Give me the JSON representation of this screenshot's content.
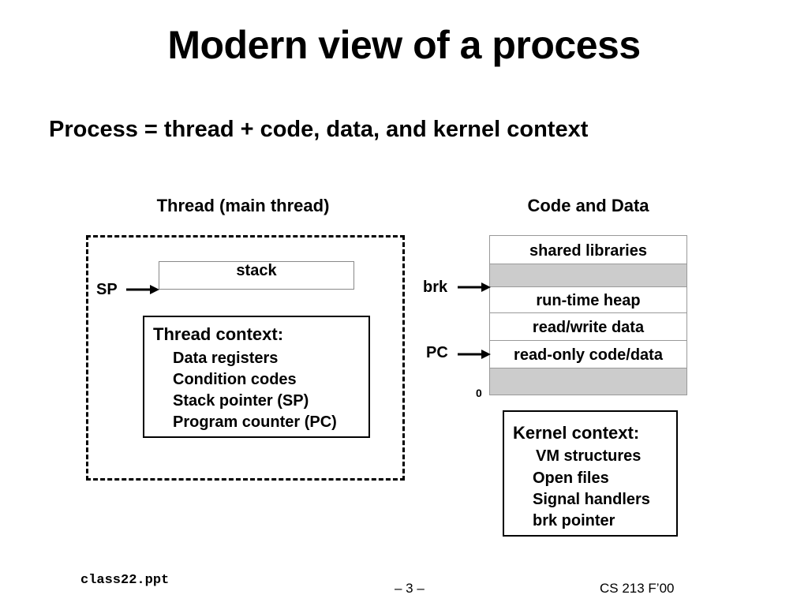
{
  "slide": {
    "title": "Modern view of a process",
    "subtitle": "Process = thread + code, data, and kernel context"
  },
  "thread": {
    "heading": "Thread (main thread)",
    "stack_label": "stack",
    "sp_label": "SP",
    "context": {
      "title": "Thread context:",
      "items": [
        "Data registers",
        "Condition codes",
        "Stack pointer (SP)",
        "Program counter (PC)"
      ]
    }
  },
  "code_data": {
    "heading": "Code and Data",
    "segments": [
      "shared libraries",
      "",
      "run-time heap",
      "read/write data",
      "read-only code/data",
      ""
    ],
    "brk_label": "brk",
    "pc_label": "PC",
    "zero_label": "0"
  },
  "kernel": {
    "title": "Kernel context:",
    "items": [
      "VM structures",
      "Open files",
      "Signal handlers",
      "brk pointer"
    ]
  },
  "footer": {
    "left": "class22.ppt",
    "center": "– 3 –",
    "right": "CS 213 F’00"
  }
}
